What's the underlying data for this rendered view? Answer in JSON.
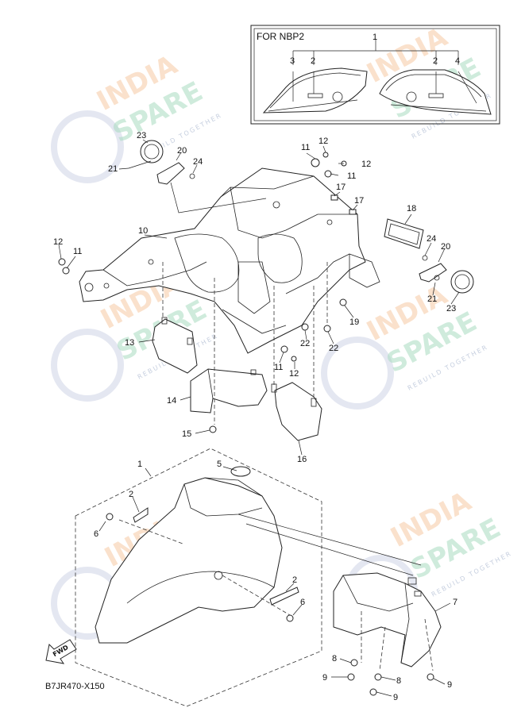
{
  "inset": {
    "title": "FOR NBP2"
  },
  "part_labels": {
    "l1_inset": "1",
    "l3": "3",
    "l2_inset_left": "2",
    "l2_inset_right": "2",
    "l4": "4",
    "l23_top": "23",
    "l20_top": "20",
    "l21_top": "21",
    "l24_top": "24",
    "l11_a": "11",
    "l12_a": "12",
    "l12_b": "12",
    "l11_b": "11",
    "l17_a": "17",
    "l17_b": "17",
    "l18": "18",
    "l10": "10",
    "l12_c": "12",
    "l11_c": "11",
    "l24_right": "24",
    "l20_right": "20",
    "l21_right": "21",
    "l23_right": "23",
    "l19": "19",
    "l22_a": "22",
    "l22_b": "22",
    "l13": "13",
    "l11_d": "11",
    "l12_d": "12",
    "l14": "14",
    "l15": "15",
    "l16": "16",
    "l1_main": "1",
    "l5": "5",
    "l2_main_a": "2",
    "l6_a": "6",
    "l2_main_b": "2",
    "l6_b": "6",
    "l7": "7",
    "l8_a": "8",
    "l9_a": "9",
    "l8_b": "8",
    "l9_b": "9",
    "l9_c": "9"
  },
  "fwd_label": "FWD",
  "diagram_code": "B7JR470-X150",
  "watermark": {
    "line1": "INDIA",
    "line2": "SPARE",
    "tagline": "REBUILD TOGETHER"
  },
  "colors": {
    "watermark_orange": "#f6c9a3",
    "watermark_green": "#a9dcc0",
    "watermark_blue": "#b9c4d8"
  }
}
